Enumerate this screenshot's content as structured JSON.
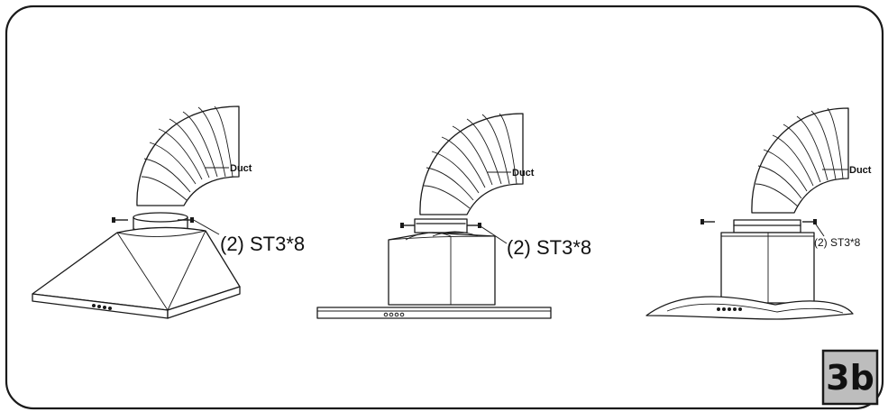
{
  "figure_badge": "3b",
  "panels": [
    {
      "id": "pyramid-hood",
      "duct_label": "Duct",
      "screw_label": "(2) ST3*8"
    },
    {
      "id": "box-hood",
      "duct_label": "Duct",
      "screw_label": "(2) ST3*8"
    },
    {
      "id": "glass-hood",
      "duct_label": "Duct",
      "screw_label": "(2) ST3*8"
    }
  ],
  "colors": {
    "frame": "#1a1a1a",
    "badge_background": "#bdbdbd",
    "badge_border": "#1a1a1a"
  }
}
